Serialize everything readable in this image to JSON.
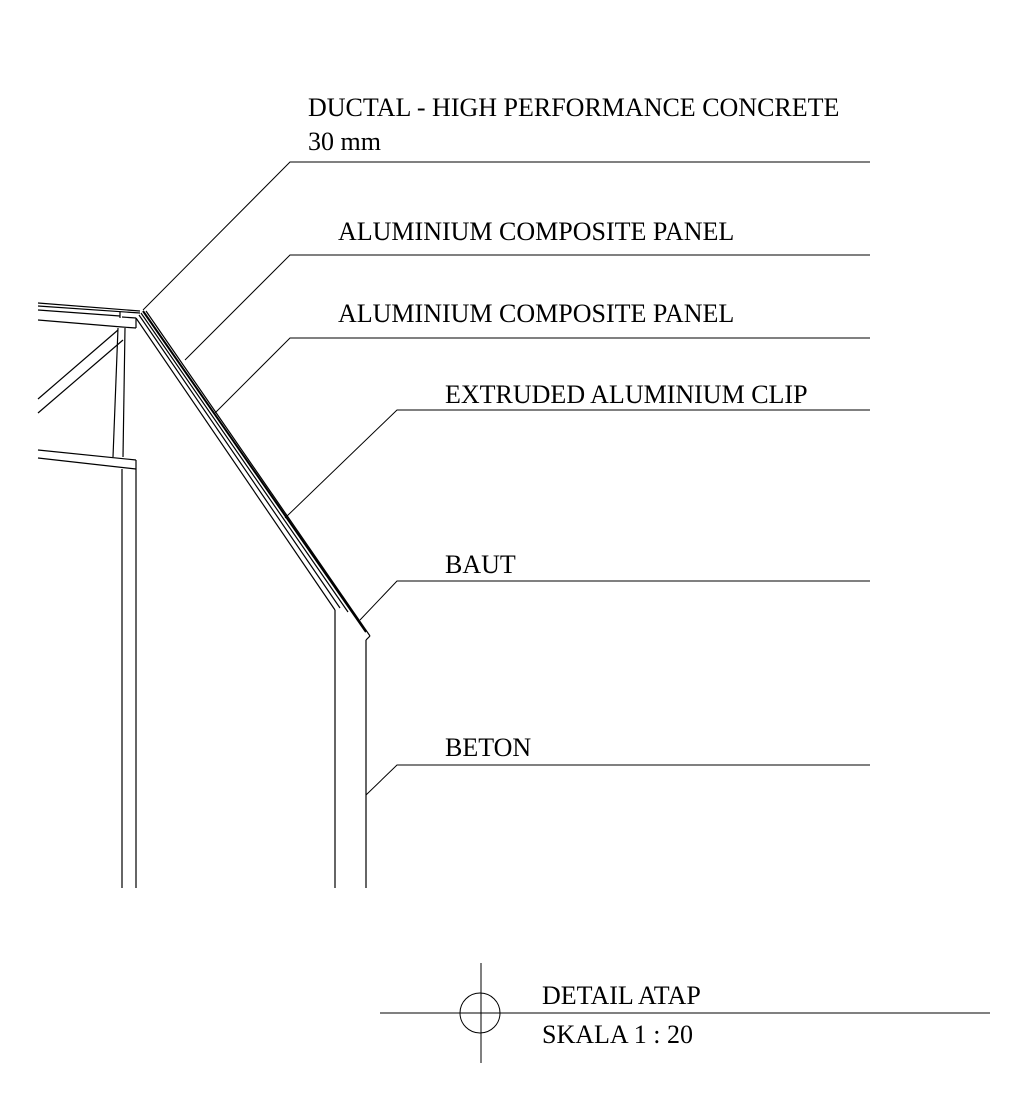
{
  "labels": {
    "ductal_line1": "DUCTAL - HIGH PERFORMANCE CONCRETE",
    "ductal_line2": "30 mm",
    "acp_1": "ALUMINIUM COMPOSITE PANEL",
    "acp_2": "ALUMINIUM COMPOSITE PANEL",
    "clip": "EXTRUDED ALUMINIUM CLIP",
    "baut": "BAUT",
    "beton": "BETON"
  },
  "title_block": {
    "title": "DETAIL ATAP",
    "scale": "SKALA 1 : 20"
  }
}
